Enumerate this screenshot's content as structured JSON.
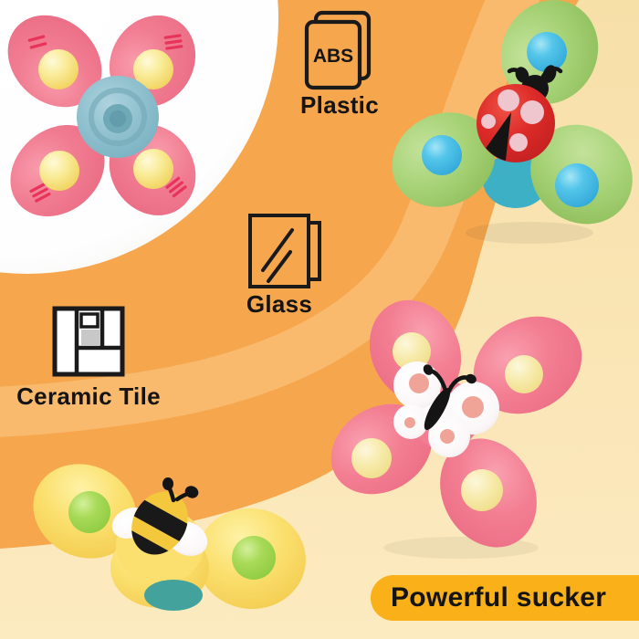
{
  "materials": [
    {
      "badge": "ABS",
      "label": "Plastic"
    },
    {
      "label": "Glass"
    },
    {
      "label": "Ceramic Tile"
    }
  ],
  "banner": {
    "label": "Powerful sucker"
  },
  "toys": [
    {
      "name": "pink flower suction spinner",
      "body_color": "#F17C91",
      "ball_color": "#F7E17A",
      "center": "blue suction hub"
    },
    {
      "name": "green spinner with ladybug",
      "body_color": "#A6D276",
      "ball_color": "#3FBCE8",
      "character": "ladybug"
    },
    {
      "name": "pink flower spinner with butterfly",
      "body_color": "#F37E92",
      "ball_color": "#F4E59C",
      "character": "butterfly"
    },
    {
      "name": "yellow spinner with bee",
      "body_color": "#FBE06F",
      "ball_color": "#9AD54E",
      "character": "bee"
    }
  ],
  "palette": {
    "background_orange": "#F6A74E",
    "background_cream": "#FBE6B2",
    "swoosh_light_orange": "#F9C07A",
    "circle_white": "#FFFFFF",
    "banner_yellow": "#F9B019",
    "text_black": "#141414",
    "tick_red": "#E8335C",
    "teal_suction": "#43A29B"
  }
}
